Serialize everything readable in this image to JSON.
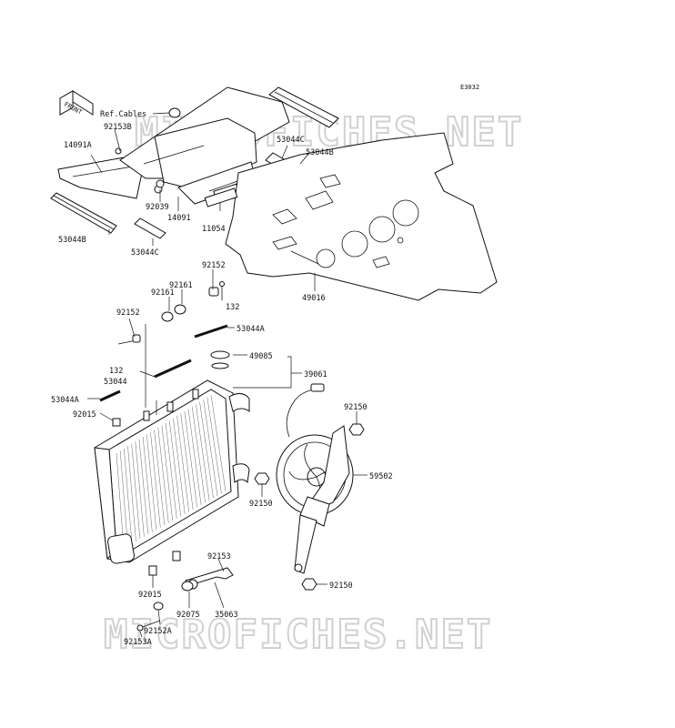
{
  "diagram_code": "E3032",
  "front_label": "FRONT",
  "watermark": "MICROFICHES.NET",
  "ref_label": "Ref.Cables",
  "parts": {
    "p92153b": "92153B",
    "p14091a": "14091A",
    "p53044b_left": "53044B",
    "p53044c_top": "53044C",
    "p53044b_top": "53044B",
    "p92039": "92039",
    "p14091": "14091",
    "p53044c_bottom": "53044C",
    "p11054": "11054",
    "p49016": "49016",
    "p92152_top": "92152",
    "p92161_a": "92161",
    "p92161_b": "92161",
    "p132_top": "132",
    "p92152_left": "92152",
    "p53044a_right": "53044A",
    "p49085": "49085",
    "p39061": "39061",
    "p132_left": "132",
    "p53044": "53044",
    "p53044a_left": "53044A",
    "p92015_top": "92015",
    "p92150_top": "92150",
    "p59502": "59502",
    "p92150_mid": "92150",
    "p92153": "92153",
    "p92150_bot": "92150",
    "p92015_bot": "92015",
    "p92075": "92075",
    "p35063": "35063",
    "p92152a": "92152A",
    "p92153a": "92153A"
  }
}
